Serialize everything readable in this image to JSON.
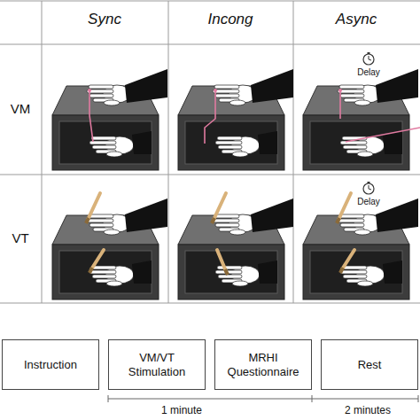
{
  "diagram": {
    "nodes": [
      {
        "text": [
          "Instruction"
        ]
      },
      {
        "text": [
          "VM/VT Stimulation"
        ]
      },
      {
        "text": [
          "MRHI Questionnaire"
        ]
      },
      {
        "text": [
          "Rest"
        ]
      }
    ],
    "labels": [
      "Sync",
      "Incong",
      "Async",
      "VM",
      "VT",
      "Delay",
      "Delay",
      "1 minute",
      "2 minutes"
    ]
  }
}
